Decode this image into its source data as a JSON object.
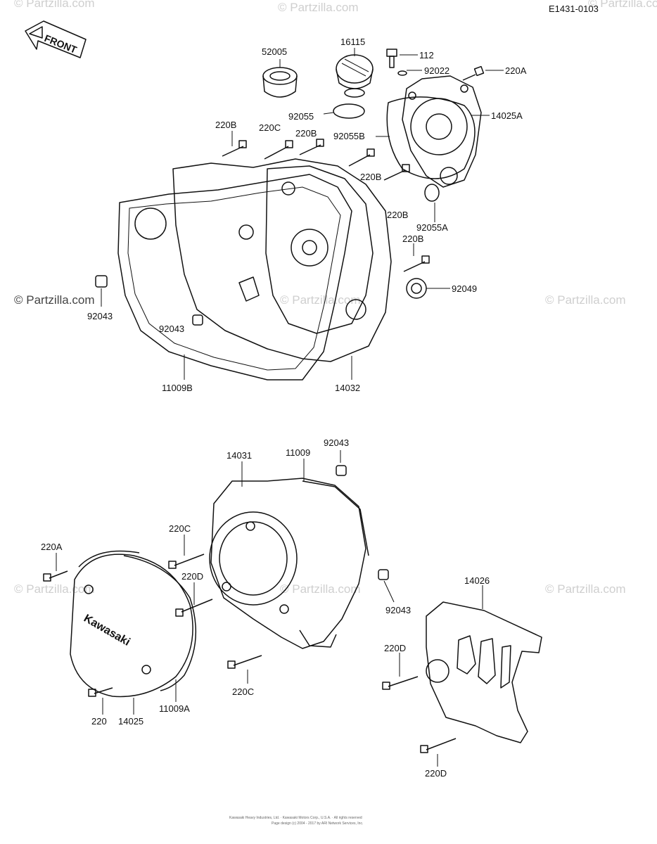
{
  "diagram_code": "E1431-0103",
  "front_arrow_label": "FRONT",
  "watermark": "© Partzilla.com",
  "cover_brand": "Kawasaki",
  "footer": {
    "line1": "Kawasaki Heavy Industries, Ltd. · Kawasaki Motors Corp., U.S.A. · All rights reserved",
    "line2": "Page design (c) 2004 - 2017 by ARI Network Services, Inc."
  },
  "part_labels": [
    "52005",
    "16115",
    "112",
    "92022",
    "220A",
    "14025A",
    "220B",
    "220C",
    "220B",
    "92055",
    "92055B",
    "220B",
    "220B",
    "92055A",
    "220B",
    "92049",
    "92043",
    "92043",
    "11009B",
    "14032",
    "14031",
    "11009",
    "92043",
    "220C",
    "220A",
    "220D",
    "92043",
    "14026",
    "220D",
    "220C",
    "220",
    "14025",
    "11009A",
    "220D"
  ]
}
